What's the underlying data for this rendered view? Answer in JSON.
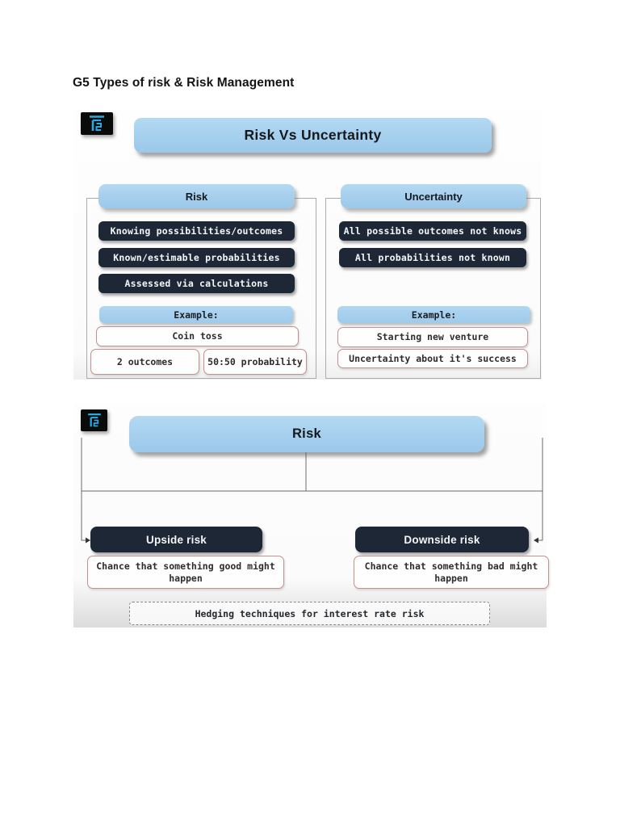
{
  "page": {
    "title": "G5 Types of risk & Risk Management"
  },
  "colors": {
    "accent_blue": "#a5cfed",
    "dark_navy": "#1d2736",
    "pink_border": "#c6908e",
    "logo_cyan": "#29abe2"
  },
  "icons": {
    "logo": "fs-logo"
  },
  "diagram1": {
    "title": "Risk Vs Uncertainty",
    "left": {
      "header": "Risk",
      "items": [
        "Knowing possibilities/outcomes",
        "Known/estimable probabilities",
        "Assessed via calculations"
      ],
      "example_label": "Example:",
      "example_main": "Coin toss",
      "example_details": [
        "2 outcomes",
        "50:50 probability"
      ]
    },
    "right": {
      "header": "Uncertainty",
      "items": [
        "All possible outcomes not knows",
        "All probabilities not known"
      ],
      "example_label": "Example:",
      "example_main": "Starting new venture",
      "example_details": [
        "Uncertainty about it's success"
      ]
    }
  },
  "diagram2": {
    "title": "Risk",
    "branches": [
      {
        "header": "Upside risk",
        "description": "Chance that something good might happen"
      },
      {
        "header": "Downside risk",
        "description": "Chance that something bad might happen"
      }
    ],
    "footer": "Hedging techniques for interest rate risk"
  }
}
